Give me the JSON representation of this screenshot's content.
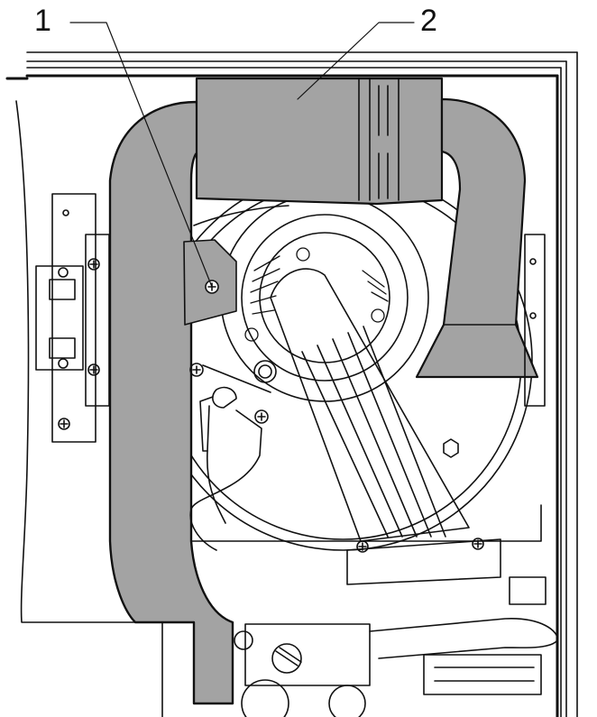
{
  "callouts": [
    {
      "number": "1",
      "label": "1"
    },
    {
      "number": "2",
      "label": "2"
    }
  ],
  "colors": {
    "line": "#111111",
    "duct_fill": "#a3a3a3",
    "background": "#ffffff"
  }
}
